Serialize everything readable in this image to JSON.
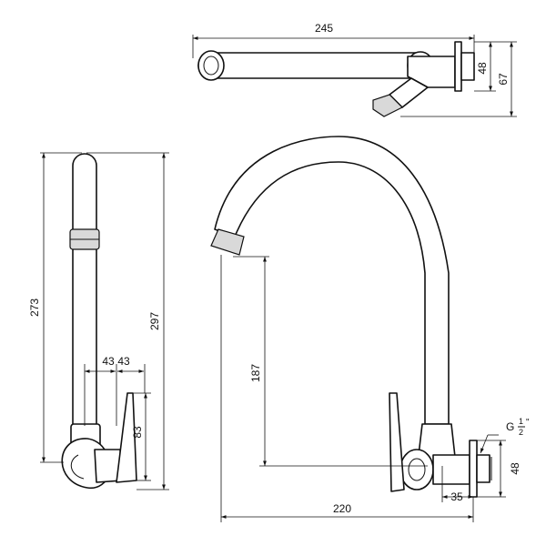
{
  "dimensions": {
    "top_length": "245",
    "top_flange": "48",
    "top_depth": "67",
    "side_height": "273",
    "side_total_height": "297",
    "side_offset_a": "43",
    "side_offset_b": "43",
    "side_lever": "83",
    "front_spout_height": "187",
    "front_reach": "220",
    "front_flange": "48",
    "front_wall_offset": "35",
    "thread_label": "G",
    "thread_num": "1",
    "thread_den": "2",
    "thread_unit": "\""
  }
}
